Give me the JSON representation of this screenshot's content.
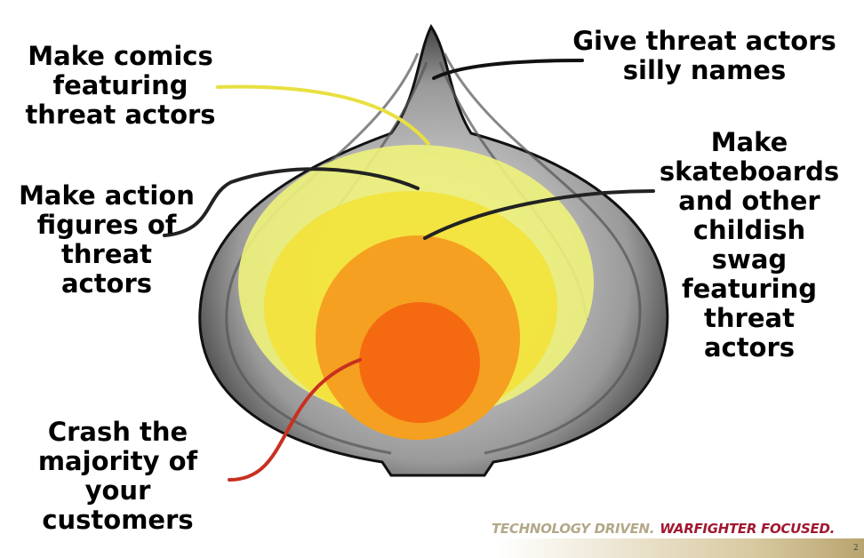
{
  "labels": {
    "comics": [
      "Make comics",
      "featuring",
      "threat actors"
    ],
    "names": [
      "Give threat actors",
      "silly names"
    ],
    "action_figures": [
      "Make action",
      "figures of",
      "threat",
      "actors"
    ],
    "skateboards": [
      "Make",
      "skateboards",
      "and other",
      "childish",
      "swag",
      "featuring",
      "threat",
      "actors"
    ],
    "crash": [
      "Crash the",
      "majority of",
      "your",
      "customers"
    ]
  },
  "footer": {
    "part1": "TECHNOLOGY DRIVEN.",
    "part2": "WARFIGHTER FOCUSED.",
    "page": "2"
  },
  "colors": {
    "layer1": "#eef27a",
    "layer2": "#f3e23a",
    "layer3": "#f5a020",
    "layer4": "#f56a10"
  }
}
